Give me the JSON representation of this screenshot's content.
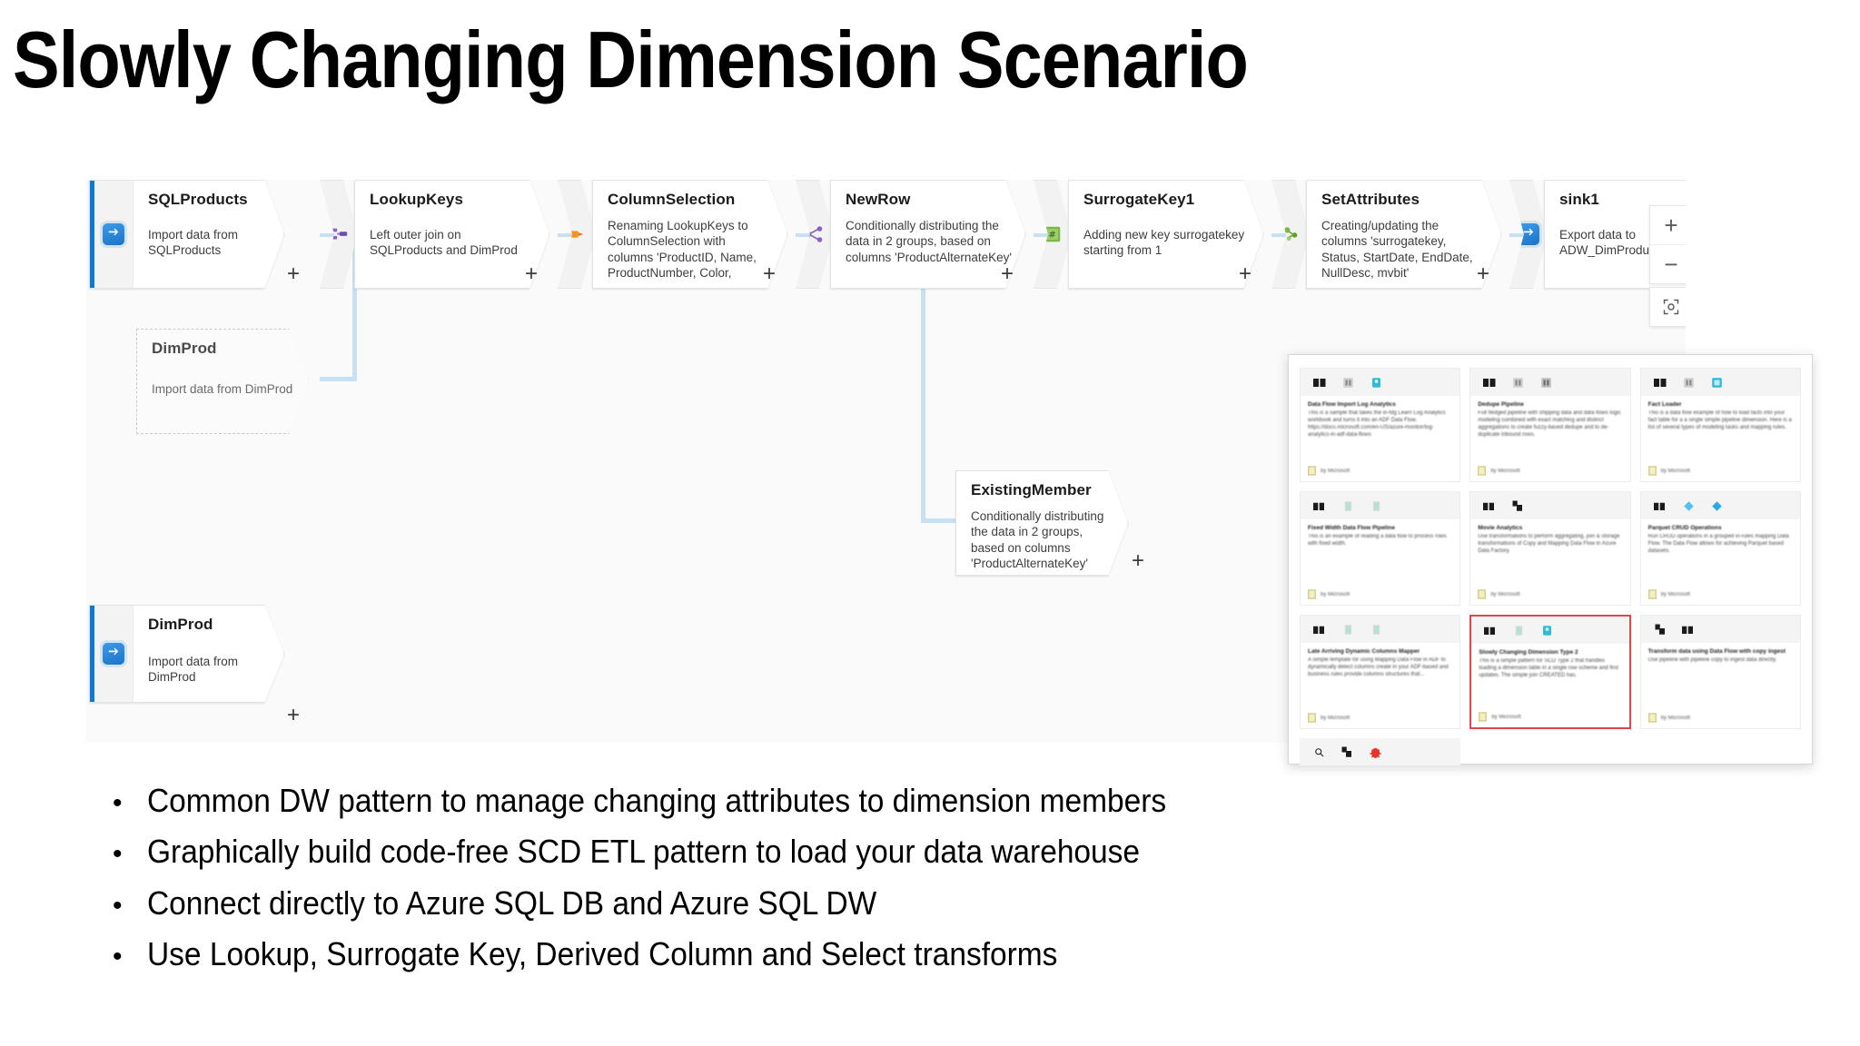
{
  "slide": {
    "title": "Slowly Changing Dimension Scenario"
  },
  "canvas": {
    "zoom_controls": {
      "zoom_in_label": "+",
      "zoom_out_label": "−",
      "fit_label": "fit-to-screen-icon"
    },
    "add_handle_label": "+",
    "nodes": [
      {
        "id": "sqlproducts",
        "name": "SQLProducts",
        "description": "Import data from SQLProducts",
        "type": "source",
        "icon": "source-database-icon",
        "accent_color": "#0f78d4",
        "ghost": false
      },
      {
        "id": "lookupkeys",
        "name": "LookupKeys",
        "description": "Left outer join on SQLProducts and DimProd",
        "type": "transform",
        "icon": "lookup-icon",
        "icon_color": "#8661c5",
        "ghost": false
      },
      {
        "id": "columnselection",
        "name": "ColumnSelection",
        "description": "Renaming LookupKeys to ColumnSelection with columns 'ProductID, Name, ProductNumber, Color,",
        "type": "transform",
        "icon": "select-icon",
        "icon_color": "#f7941d",
        "ghost": false
      },
      {
        "id": "newrow",
        "name": "NewRow",
        "description": "Conditionally distributing the data in 2 groups, based on columns 'ProductAlternateKey'",
        "type": "transform",
        "icon": "conditional-split-icon",
        "icon_color": "#8661c5",
        "ghost": false
      },
      {
        "id": "surrogatekey1",
        "name": "SurrogateKey1",
        "description": "Adding new key surrogatekey starting from 1",
        "type": "transform",
        "icon": "surrogate-key-icon",
        "icon_color": "#5ea226",
        "ghost": false
      },
      {
        "id": "setattributes",
        "name": "SetAttributes",
        "description": "Creating/updating the columns 'surrogatekey, Status, StartDate, EndDate, NullDesc, mvbit'",
        "type": "transform",
        "icon": "derived-column-icon",
        "icon_color": "#5ea226",
        "ghost": false
      },
      {
        "id": "sink1",
        "name": "sink1",
        "description": "Export data to ADW_DimProduct",
        "type": "sink",
        "icon": "sink-icon",
        "icon_color": "#0f78d4",
        "ghost": false
      },
      {
        "id": "dimprod-ghost",
        "name": "DimProd",
        "description": "Import data from DimProd",
        "type": "source",
        "icon": "source-database-icon",
        "ghost": true
      },
      {
        "id": "existingmember",
        "name": "ExistingMember",
        "description": "Conditionally distributing the data in 2 groups, based on columns 'ProductAlternateKey'",
        "type": "transform",
        "icon": "conditional-split-icon",
        "ghost": false
      },
      {
        "id": "dimprod-source",
        "name": "DimProd",
        "description": "Import data from DimProd",
        "type": "source",
        "icon": "source-database-icon",
        "accent_color": "#0f78d4",
        "ghost": false
      }
    ]
  },
  "gallery": {
    "selected_index": 7,
    "selection_color": "#e0474c",
    "cards": [
      {
        "title": "Data Flow Import Log Analytics",
        "description": "This is a sample that takes the in-fdg Learn Log Analytics workbook and turns it into an ADF Data Flow. https://docs.microsoft.com/en-US/azure-monitor/log-analytics-in-adf-data-flows",
        "by": "by Microsoft",
        "icons": [
          "database-icon",
          "transform-icon",
          "sink-icon"
        ]
      },
      {
        "title": "Dedupe Pipeline",
        "description": "Full fledged pipeline with shipping data and data flows logic modeling combined with exact matching and distinct aggregations to create fuzzy-based dedupe and to de-duplicate inbound rows.",
        "by": "by Microsoft",
        "icons": [
          "database-icon",
          "transform-icon",
          "transform-icon"
        ]
      },
      {
        "title": "Fact Loader",
        "description": "This is a data flow example of how to load facts into your fact table for a a single simple pipeline dimension. Here is a list of several types of modeling tasks and mapping rules.",
        "by": "by Microsoft",
        "icons": [
          "database-icon",
          "transform-icon",
          "sink-icon"
        ]
      },
      {
        "title": "Fixed Width Data Flow Pipeline",
        "description": "This is an example of reading a data flow to process rows with fixed width.",
        "by": "by Microsoft",
        "icons": [
          "database-icon",
          "file-icon",
          "file-icon"
        ]
      },
      {
        "title": "Movie Analytics",
        "description": "Use transformations to perform aggregating, join & storage transformations of Copy and Mapping Data Flow in Azure Data Factory.",
        "by": "by Microsoft",
        "icons": [
          "database-icon",
          "transform-icon"
        ]
      },
      {
        "title": "Parquet CRUD Operations",
        "description": "Run CRUD operations in a grouped in-rules mapping Data Flow. The Data Flow allows for achieving Parquet based datasets.",
        "by": "by Microsoft",
        "icons": [
          "database-icon",
          "diamond-icon",
          "diamond-icon"
        ]
      },
      {
        "title": "Late Arriving Dynamic Columns Mapper",
        "description": "A simple template for using Mapping Data Flow in ADF to dynamically detect columns create in your ADF-based and business rules provide columns structures that...",
        "by": "by Microsoft",
        "icons": [
          "database-icon",
          "file-icon",
          "file-icon"
        ]
      },
      {
        "title": "Slowly Changing Dimension Type 2",
        "description": "This is a simple pattern for SCD Type 2 that handles loading a dimension table in a single row scheme and first updates. The simple join CREATED has.",
        "by": "by Microsoft",
        "icons": [
          "database-icon",
          "file-icon",
          "sink-icon"
        ]
      },
      {
        "title": "Transform data using Data Flow with copy ingest",
        "description": "Use pipeline with pipeline copy to ingest data directly.",
        "by": "by Microsoft",
        "icons": [
          "transform-icon",
          "database-icon"
        ]
      },
      {
        "title": "",
        "description": "",
        "by": "",
        "icons": [
          "magnify-icon",
          "transform-icon",
          "alert-icon"
        ]
      }
    ]
  },
  "bullets": [
    "Common DW pattern to manage changing attributes to dimension members",
    "Graphically build code-free SCD ETL pattern to load your data warehouse",
    "Connect directly to Azure SQL DB and Azure SQL DW",
    "Use Lookup, Surrogate Key, Derived Column and Select transforms"
  ],
  "bullet_marker": "•"
}
